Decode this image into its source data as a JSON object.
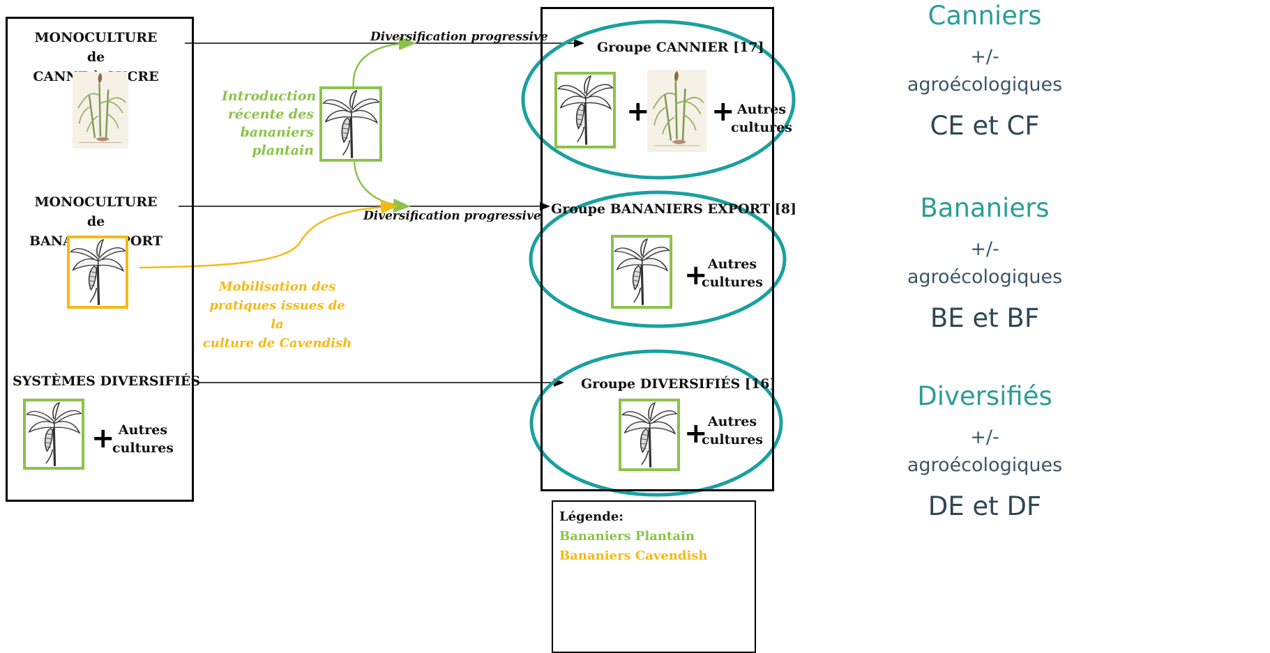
{
  "left": {
    "canne_title": [
      "MONOCULTURE de",
      "CANNE à SUCRE"
    ],
    "banane_title": [
      "MONOCULTURE de",
      "BANANE EXPORT"
    ],
    "diversifies_title": "SYSTÈMES DIVERSIFIÉS",
    "autres": [
      "Autres",
      "cultures"
    ]
  },
  "middle": {
    "introduction": [
      "Introduction",
      "récente des",
      "bananiers",
      "plantain"
    ],
    "mobilisation": [
      "Mobilisation des",
      "pratiques issues de la",
      "culture de Cavendish"
    ],
    "diversification_top": "Diversification progressive",
    "diversification_mid": "Diversification progressive"
  },
  "groups": {
    "cannier": "Groupe CANNIER [17]",
    "bananiers": "Groupe BANANIERS EXPORT [8]",
    "diversifies": "Groupe DIVERSIFIÉS [16]",
    "autres": [
      "Autres",
      "cultures"
    ],
    "plus": "+"
  },
  "legend": {
    "title": "Légende:",
    "plantain": "Bananiers Plantain",
    "cavendish": "Bananiers Cavendish"
  },
  "side": {
    "canniers": {
      "title": "Canniers",
      "line1": "+/-",
      "line2": "agroécologiques",
      "code": "CE et CF"
    },
    "bananiers": {
      "title": "Bananiers",
      "line1": "+/-",
      "line2": "agroécologiques",
      "code": "BE et BF"
    },
    "diversifies": {
      "title": "Diversifiés",
      "line1": "+/-",
      "line2": "agroécologiques",
      "code": "DE et DF"
    }
  },
  "colors": {
    "plantain": "#8bc34a",
    "cavendish": "#f5b915",
    "accent": "#2a9d98",
    "ellipse": "#1aa0a0"
  }
}
